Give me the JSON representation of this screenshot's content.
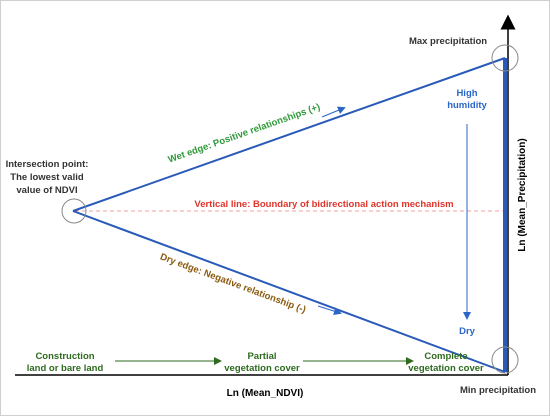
{
  "labels": {
    "max_precipitation": "Max precipitation",
    "min_precipitation": "Min precipitation",
    "y_axis": "Ln (Mean_Precipitation)",
    "x_axis": "Ln (Mean_NDVI)",
    "intersection_line1": "Intersection point:",
    "intersection_line2": "The lowest valid",
    "intersection_line3": "value of NDVI",
    "wet_edge": "Wet edge: Positive relationships (+)",
    "dry_edge": "Dry edge: Negative relationship (-)",
    "vertical_line": "Vertical line: Boundary of bidirectional action mechanism",
    "high_humidity_line1": "High",
    "high_humidity_line2": "humidity",
    "dry": "Dry",
    "construction_line1": "Construction",
    "construction_line2": "land or bare land",
    "partial_line1": "Partial",
    "partial_line2": "vegetation cover",
    "complete_line1": "Complete",
    "complete_line2": "vegetation cover"
  },
  "colors": {
    "axis": "#000000",
    "edge_lines": "#2a5ab8",
    "wet_edge_text": "#2f9a3a",
    "dry_edge_text": "#8a5a10",
    "vertical_text": "#e0342b",
    "dashed_line": "#f0a0a0",
    "humidity_text": "#2a66c8",
    "cover_text": "#2e6b1f",
    "circle": "#888888",
    "thick_bar": "#2a5ab8"
  }
}
